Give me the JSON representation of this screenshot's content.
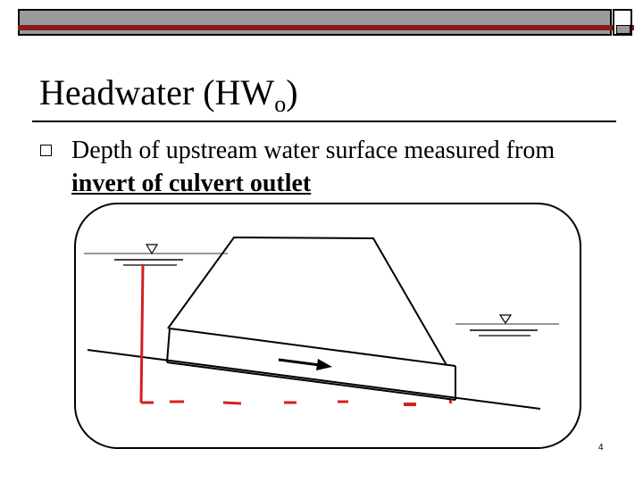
{
  "slide": {
    "title": "Headwater (HW",
    "title_subscript": "o",
    "title_suffix": ")",
    "bullet_lead": "Depth of upstream water surface measured from ",
    "bullet_emphasis": "invert of culvert outlet",
    "page_number": "4"
  },
  "colors": {
    "accent_bar": "#8b1a1a",
    "top_bar": "#9a9a9a",
    "annotation": "#d42020"
  },
  "icons": {
    "bullet": "hollow-square-bullet",
    "water_surface": "inverted-triangle-water-level"
  }
}
